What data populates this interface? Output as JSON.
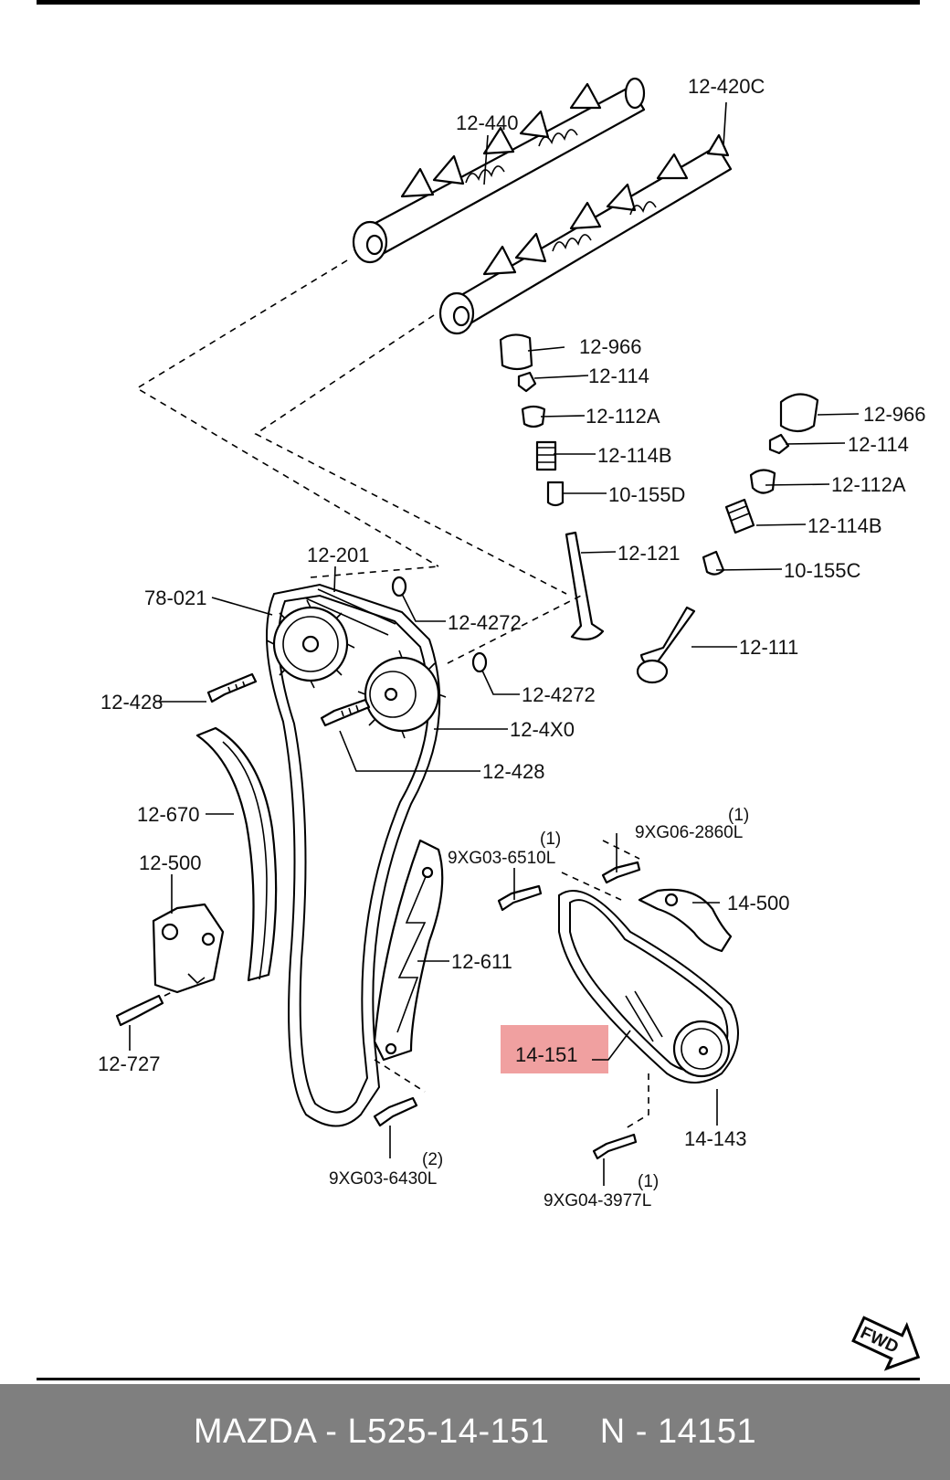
{
  "labels": {
    "p12_440": "12-440",
    "p12_420c": "12-420C",
    "p12_966_a": "12-966",
    "p12_114_a": "12-114",
    "p12_112a_a": "12-112A",
    "p12_114b_a": "12-114B",
    "p10_155d": "10-155D",
    "p12_121": "12-121",
    "p12_966_b": "12-966",
    "p12_114_b": "12-114",
    "p12_112a_b": "12-112A",
    "p12_114b_b": "12-114B",
    "p10_155c": "10-155C",
    "p12_111": "12-111",
    "p12_201": "12-201",
    "p78_021": "78-021",
    "p12_4272_a": "12-4272",
    "p12_4272_b": "12-4272",
    "p12_428_a": "12-428",
    "p12_4x0": "12-4X0",
    "p12_428_b": "12-428",
    "p12_670": "12-670",
    "p12_500": "12-500",
    "p12_727": "12-727",
    "p9xg03_6510l": "9XG03-6510L",
    "q_6510l": "(1)",
    "p9xg06_2860l": "9XG06-2860L",
    "q_2860l": "(1)",
    "p14_500": "14-500",
    "p12_611": "12-611",
    "p14_151": "14-151",
    "p14_143": "14-143",
    "p9xg03_6430l": "9XG03-6430L",
    "q_6430l": "(2)",
    "p9xg04_3977l": "9XG04-3977L",
    "q_3977l": "(1)",
    "fwd": "FWD"
  },
  "highlight": {
    "part": "14-151",
    "color": "#f0a0a0"
  },
  "footer": {
    "text": "MAZDA - L525-14-151     N - 14151"
  },
  "colors": {
    "footer_bg": "#7f7f7f",
    "footer_text": "#ffffff",
    "line": "#000000"
  }
}
